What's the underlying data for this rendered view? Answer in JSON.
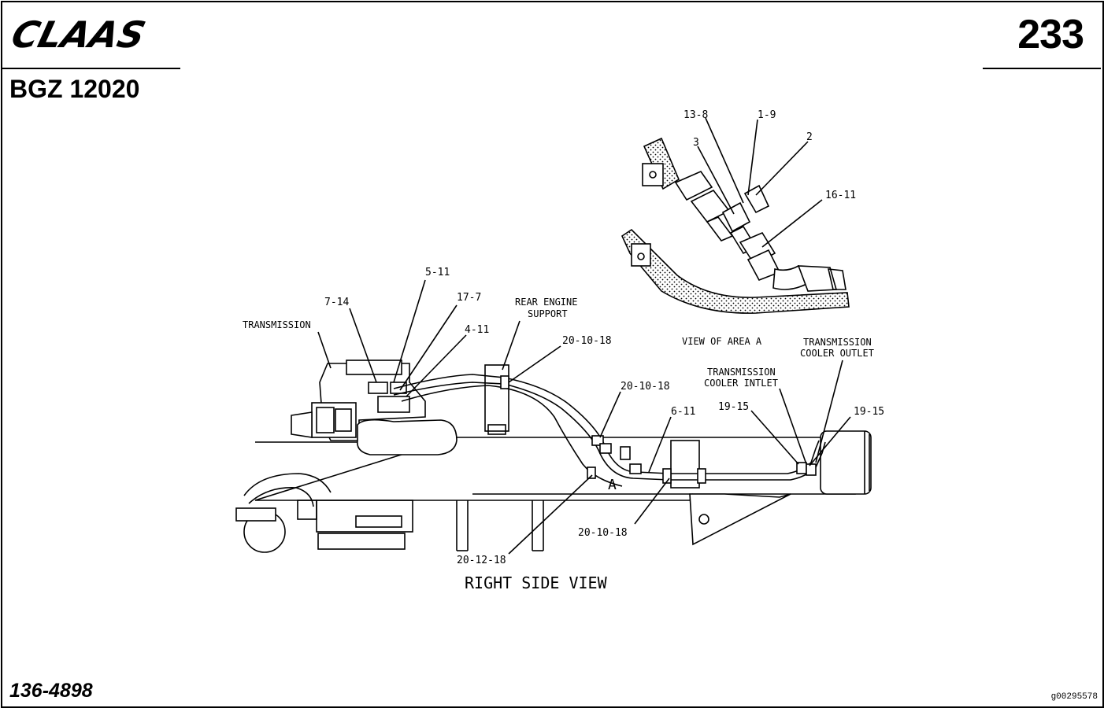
{
  "header": {
    "brand": "CLAAS",
    "page_number": "233",
    "model": "BGZ 12020"
  },
  "footer": {
    "part_number": "136-4898",
    "drawing_id": "g00295578"
  },
  "diagram": {
    "view_caption": "RIGHT SIDE VIEW",
    "detail_caption": "VIEW OF AREA A",
    "area_marker": "A",
    "component_labels": {
      "transmission": "TRANSMISSION",
      "rear_engine_support_1": "REAR ENGINE",
      "rear_engine_support_2": "SUPPORT",
      "cooler_inlet_1": "TRANSMISSION",
      "cooler_inlet_2": "COOLER INTLET",
      "cooler_outlet_1": "TRANSMISSION",
      "cooler_outlet_2": "COOLER OUTLET"
    },
    "callouts": {
      "c_5_11": "5-11",
      "c_7_14": "7-14",
      "c_17_7": "17-7",
      "c_4_11": "4-11",
      "c_20_10_18_a": "20-10-18",
      "c_20_10_18_b": "20-10-18",
      "c_20_10_18_c": "20-10-18",
      "c_6_11": "6-11",
      "c_19_15_a": "19-15",
      "c_19_15_b": "19-15",
      "c_20_12_18": "20-12-18",
      "c_13_8": "13-8",
      "c_1_9": "1-9",
      "c_3": "3",
      "c_2": "2",
      "c_16_11": "16-11"
    }
  }
}
